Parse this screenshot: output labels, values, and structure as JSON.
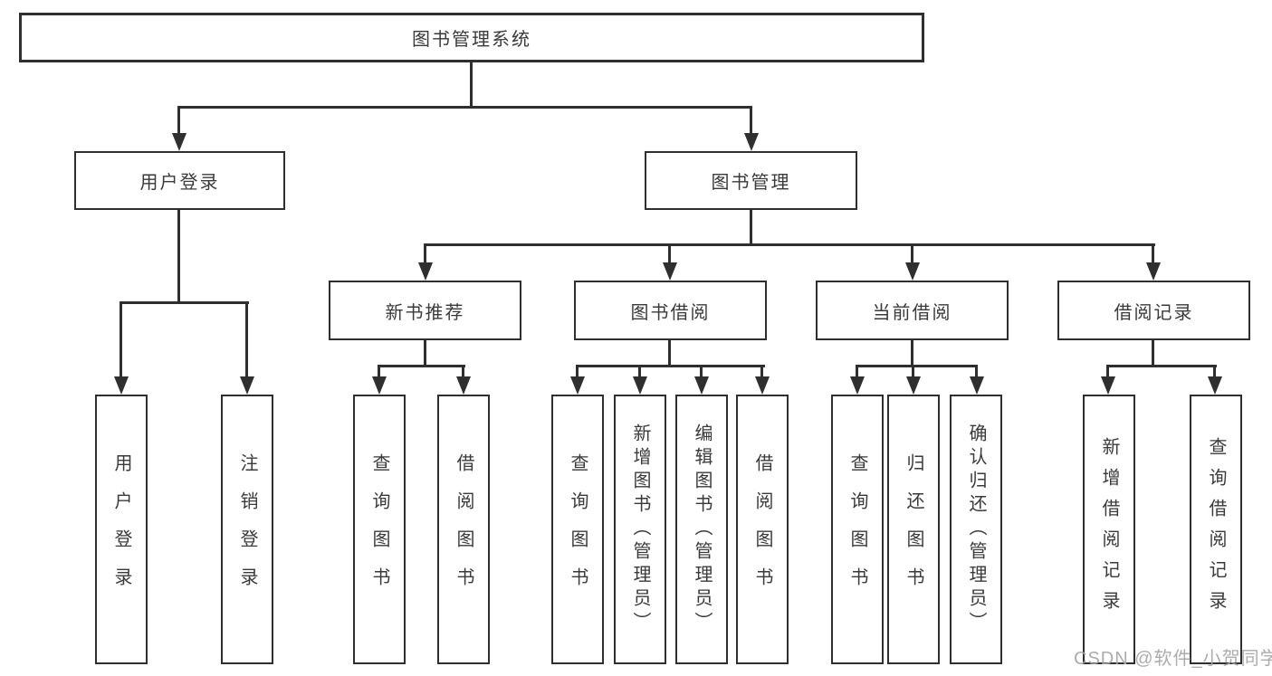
{
  "diagram": {
    "title": "图书管理系统",
    "root": {
      "label": "图书管理系统"
    },
    "level2": [
      {
        "label": "用户登录"
      },
      {
        "label": "图书管理"
      }
    ],
    "level3": [
      {
        "label": "新书推荐"
      },
      {
        "label": "图书借阅"
      },
      {
        "label": "当前借阅"
      },
      {
        "label": "借阅记录"
      }
    ],
    "leaves": {
      "user_login": [
        "用户登录",
        "注销登录"
      ],
      "new_book": [
        "查询图书",
        "借阅图书"
      ],
      "book_borrow": [
        "查询图书",
        "新增图书（管理员）",
        "编辑图书（管理员）",
        "借阅图书"
      ],
      "current_borrow": [
        "查询图书",
        "归还图书",
        "确认归还（管理员）"
      ],
      "borrow_record": [
        "新增借阅记录",
        "查询借阅记录"
      ]
    }
  },
  "watermark": "CSDN @软件_小贺同学",
  "colors": {
    "line": "#2f2f2f",
    "text": "#3a3a3a",
    "watermark": "#a5a5a5",
    "background": "#ffffff"
  }
}
